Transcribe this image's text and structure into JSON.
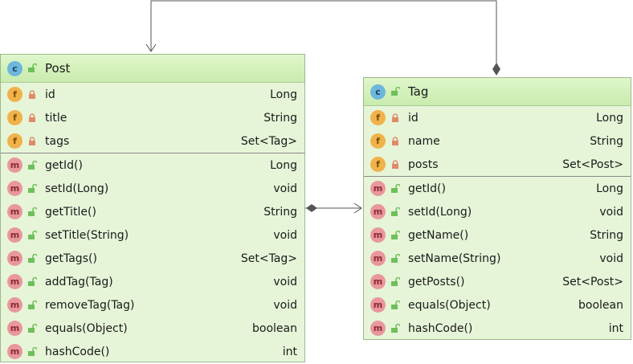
{
  "post": {
    "name": "Post",
    "fields": [
      {
        "name": "id",
        "type": "Long"
      },
      {
        "name": "title",
        "type": "String"
      },
      {
        "name": "tags",
        "type": "Set<Tag>"
      }
    ],
    "methods": [
      {
        "name": "getId()",
        "type": "Long"
      },
      {
        "name": "setId(Long)",
        "type": "void"
      },
      {
        "name": "getTitle()",
        "type": "String"
      },
      {
        "name": "setTitle(String)",
        "type": "void"
      },
      {
        "name": "getTags()",
        "type": "Set<Tag>"
      },
      {
        "name": "addTag(Tag)",
        "type": "void"
      },
      {
        "name": "removeTag(Tag)",
        "type": "void"
      },
      {
        "name": "equals(Object)",
        "type": "boolean"
      },
      {
        "name": "hashCode()",
        "type": "int"
      }
    ]
  },
  "tag": {
    "name": "Tag",
    "fields": [
      {
        "name": "id",
        "type": "Long"
      },
      {
        "name": "name",
        "type": "String"
      },
      {
        "name": "posts",
        "type": "Set<Post>"
      }
    ],
    "methods": [
      {
        "name": "getId()",
        "type": "Long"
      },
      {
        "name": "setId(Long)",
        "type": "void"
      },
      {
        "name": "getName()",
        "type": "String"
      },
      {
        "name": "setName(String)",
        "type": "void"
      },
      {
        "name": "getPosts()",
        "type": "Set<Post>"
      },
      {
        "name": "equals(Object)",
        "type": "boolean"
      },
      {
        "name": "hashCode()",
        "type": "int"
      }
    ]
  },
  "badges": {
    "class": "c",
    "field": "f",
    "method": "m"
  },
  "icons": {
    "class": "class-icon",
    "field": "field-icon",
    "method": "method-icon",
    "private": "lock-closed-icon",
    "public": "lock-open-icon"
  },
  "colors": {
    "field_badge": "#f0b24a",
    "method_badge": "#e9979c",
    "class_badge": "#6db7dc",
    "box_bg": "#e6f5d8",
    "header_bg": "#c9ecae",
    "lock_private": "#e08a6a",
    "lock_public": "#6fbf5a"
  }
}
